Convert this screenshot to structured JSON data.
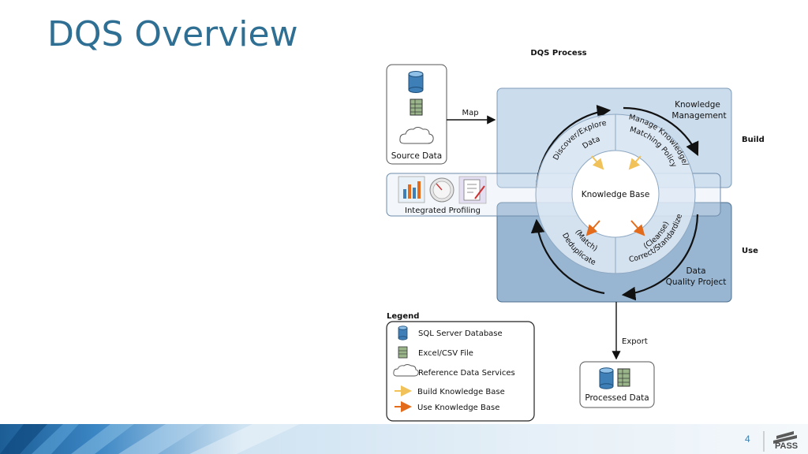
{
  "slide": {
    "title": "DQS Overview",
    "page_number": "4"
  },
  "diagram": {
    "title": "DQS Process",
    "source_data_label": "Source Data",
    "map_label": "Map",
    "profiling_label": "Integrated Profiling",
    "knowledge_management_label": [
      "Knowledge",
      "Management"
    ],
    "build_label": "Build",
    "use_label": "Use",
    "knowledge_base_label": "Knowledge Base",
    "quadrants": {
      "discover": [
        "Discover/Explore",
        "Data"
      ],
      "manage": [
        "Manage Knowledge/",
        "Matching Policy"
      ],
      "dedupe": [
        "Deduplicate",
        "(Match)"
      ],
      "correct": [
        "Correct/Standardize",
        "(Cleanse)"
      ]
    },
    "data_quality_project_label": [
      "Data",
      "Quality Project"
    ],
    "export_label": "Export",
    "processed_data_label": "Processed Data",
    "colors": {
      "build_box": "#cbdcec",
      "use_box": "#98b6d2",
      "ring": "#dde8f3",
      "build_arrow": "#f2c25a",
      "use_arrow": "#e36c1c",
      "db_blue": "#3f7fb7"
    }
  },
  "legend": {
    "title": "Legend",
    "items": [
      {
        "icon": "database-icon",
        "label": "SQL Server Database"
      },
      {
        "icon": "excel-csv-file-icon",
        "label": "Excel/CSV File"
      },
      {
        "icon": "cloud-icon",
        "label": "Reference Data Services"
      },
      {
        "icon": "yellow-arrow-icon",
        "label": "Build Knowledge Base"
      },
      {
        "icon": "orange-arrow-icon",
        "label": "Use Knowledge Base"
      }
    ]
  },
  "logo": {
    "text": "PASS"
  }
}
